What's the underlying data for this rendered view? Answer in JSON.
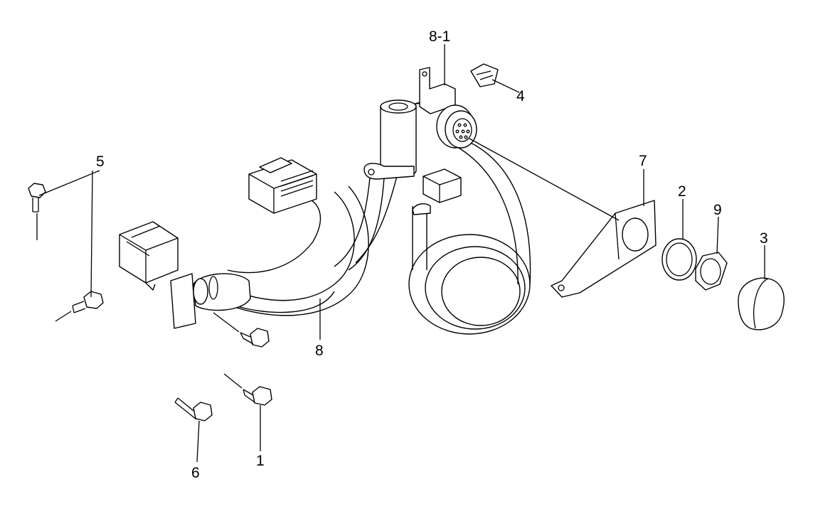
{
  "diagram": {
    "callouts": [
      {
        "id": "c8-1",
        "label": "8-1"
      },
      {
        "id": "c4",
        "label": "4"
      },
      {
        "id": "c5",
        "label": "5"
      },
      {
        "id": "c7",
        "label": "7"
      },
      {
        "id": "c2",
        "label": "2"
      },
      {
        "id": "c9",
        "label": "9"
      },
      {
        "id": "c3",
        "label": "3"
      },
      {
        "id": "c8",
        "label": "8"
      },
      {
        "id": "c6",
        "label": "6"
      },
      {
        "id": "c1",
        "label": "1"
      }
    ]
  }
}
